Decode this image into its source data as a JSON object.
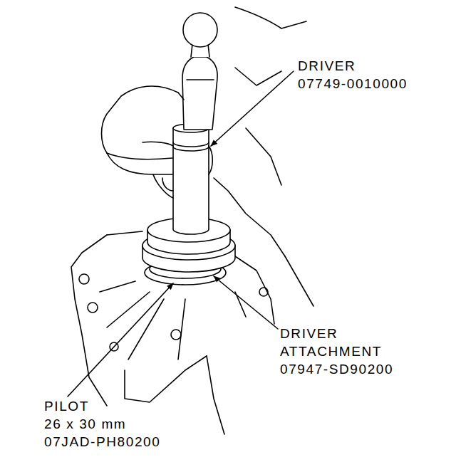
{
  "diagram": {
    "labels": [
      "DRIVER",
      "07749-0010000",
      "DRIVER",
      "ATTACHMENT",
      "07947-SD90200",
      "PILOT",
      "26 x 30 mm",
      "07JAD-PH80200"
    ]
  }
}
